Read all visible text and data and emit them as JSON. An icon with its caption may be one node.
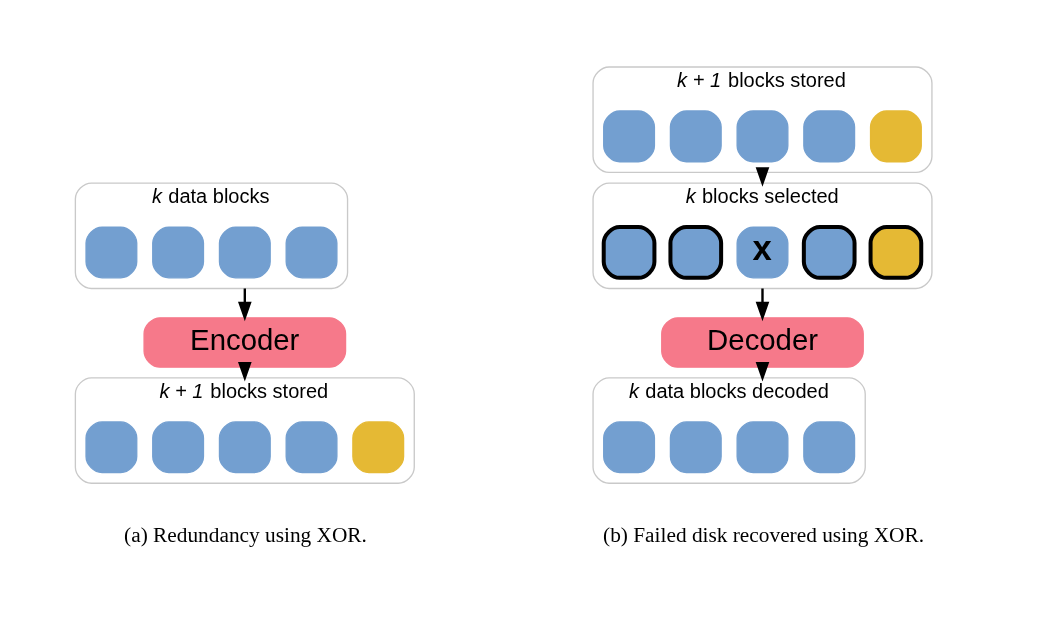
{
  "diagram": {
    "nodes": [
      {
        "text": [
          "*k* data blocks"
        ]
      },
      {
        "text": [],
        "shape": "box",
        "in": 0
      },
      {
        "text": [],
        "shape": "box",
        "in": 0
      },
      {
        "text": [],
        "shape": "box",
        "in": 0
      },
      {
        "text": [],
        "shape": "box",
        "in": 0
      },
      {
        "text": [
          "Encoder"
        ]
      },
      {
        "text": [
          "*k + 1* blocks stored"
        ]
      },
      {
        "text": [],
        "shape": "box",
        "in": 6
      },
      {
        "text": [],
        "shape": "box",
        "in": 6
      },
      {
        "text": [],
        "shape": "box",
        "in": 6
      },
      {
        "text": [],
        "shape": "box",
        "in": 6
      },
      {
        "text": [],
        "shape": "box",
        "in": 6
      },
      {
        "text": [
          "*k + 1* blocks stored"
        ]
      },
      {
        "text": [],
        "shape": "box",
        "in": 12
      },
      {
        "text": [],
        "shape": "box",
        "in": 12
      },
      {
        "text": [],
        "shape": "box",
        "in": 12
      },
      {
        "text": [],
        "shape": "box",
        "in": 12
      },
      {
        "text": [],
        "shape": "box",
        "in": 12
      },
      {
        "text": [
          "*k* blocks selected"
        ]
      },
      {
        "text": [],
        "shape": "box",
        "in": 18
      },
      {
        "text": [],
        "shape": "box",
        "in": 18
      },
      {
        "text": [
          "x"
        ],
        "in": 18
      },
      {
        "text": [],
        "shape": "box",
        "in": 18
      },
      {
        "text": [],
        "shape": "box",
        "in": 18
      },
      {
        "text": [
          "Decoder"
        ]
      },
      {
        "text": [
          "*k* data blocks decoded"
        ]
      },
      {
        "text": [],
        "shape": "box",
        "in": 25
      },
      {
        "text": [],
        "shape": "box",
        "in": 25
      },
      {
        "text": [],
        "shape": "box",
        "in": 25
      },
      {
        "text": [],
        "shape": "box",
        "in": 25
      }
    ],
    "edges": [
      {
        "from": 0,
        "to": 5,
        "arrow": "to"
      },
      {
        "from": 5,
        "to": 6,
        "arrow": "to"
      },
      {
        "from": 12,
        "to": 18,
        "arrow": "to"
      },
      {
        "from": 18,
        "to": 24,
        "arrow": "to"
      },
      {
        "from": 24,
        "to": 25,
        "arrow": "to"
      }
    ],
    "labels": [
      "(a) Redundancy using XOR.",
      "(b) Failed disk recovered using XOR."
    ]
  }
}
